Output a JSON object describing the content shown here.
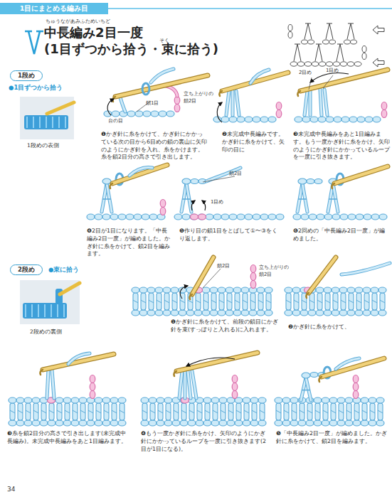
{
  "diagram": {
    "title": "中長編み2目一度 (1目ずつから拾う・束に拾う)",
    "nodes": [
      {
        "text": [
          "1目にまとめる編み目"
        ]
      },
      {
        "text": [
          "1段め"
        ]
      },
      {
        "text": [
          "2段め"
        ]
      }
    ],
    "labels": [
      "ちゅうながあみふためいちど",
      "そく",
      "●1目ずつから拾う",
      "1段めの表側",
      "鎖1目",
      "台の目",
      "立ち上がりの 鎖2目",
      "❶かぎ針に糸をかけて、かぎ針にかかっている次の目から6目めの鎖の裏山に矢印のようにかぎ針を入れ、糸をかけます。糸を鎖2目分の高さで引き出します。",
      "❷未完成中長編みです。かぎ針に糸をかけて、矢印の目に",
      "2目め",
      "1目め",
      "❸未完成中長編みをあと1目編みます。もう一度かぎ針に糸をかけ、矢印のようにかぎ針にかかっているループを一度に引き抜きます。",
      "❹2目が1目になります。「中長編み2目一度」が編めました。かぎ針に糸をかけて、鎖2目を編みます。",
      "鎖2目",
      "1目め",
      "❺作り目の鎖1目をとばして①〜③をくり返します。",
      "❻2回めの「中長編み2目一度」が編めました。",
      "●束に拾う",
      "2段めの裏側",
      "鎖2目",
      "立ち上がりの 鎖2目",
      "❶かぎ針に糸をかけて、前段の鎖目にかぎ針を束(すっぽりと入れる)に入れます。",
      "❷かぎ針に糸をかけて、",
      "❸糸を鎖2目分の高さで引き出します(未完成中長編み)。未完成中長編みをあと1目編みます。",
      "❹もう一度かぎ針に糸をかけ、矢印のようにかぎ針にかかっているループを一度に引き抜きます(2目が1目になる)。",
      "❺「中長編み2目一度」が編めました。かぎ針に糸をかけて、鎖2目を編みます。",
      "34"
    ]
  }
}
